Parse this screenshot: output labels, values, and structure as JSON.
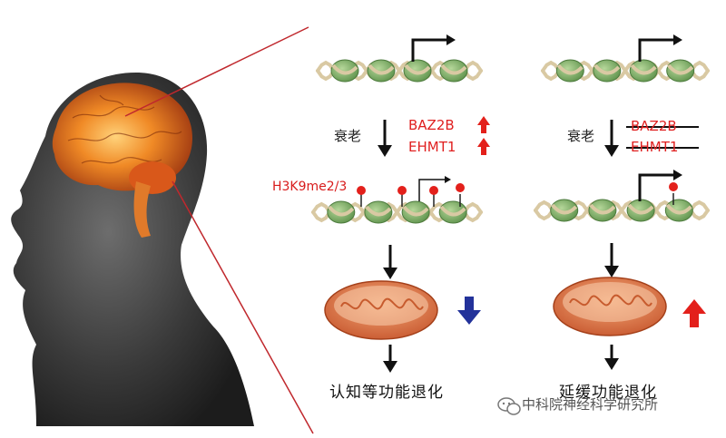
{
  "left_column": {
    "aging_label": "衰老",
    "genes": [
      {
        "name": "BAZ2B",
        "change": "up"
      },
      {
        "name": "EHMT1",
        "change": "up"
      }
    ],
    "histone_mark": "H3K9me2/3",
    "mitochondria_change": "down",
    "outcome": "认知等功能退化"
  },
  "right_column": {
    "aging_label": "衰老",
    "genes": [
      {
        "name": "BAZ2B",
        "change": "knocked-out"
      },
      {
        "name": "EHMT1",
        "change": "knocked-out"
      }
    ],
    "mitochondria_change": "up",
    "outcome": "延缓功能退化"
  },
  "watermark": {
    "icon": "wechat-icon",
    "text": "中科院神经科学研究所"
  },
  "colors": {
    "up_arrow": "#e3201b",
    "down_arrow": "#23329a",
    "gene_text": "#e02020",
    "nucleosome": "#7fb069",
    "dna": "#d9c9a3",
    "mitochondrion": "#e07545",
    "brain": "#e0661c",
    "zoom_line": "#c0282d"
  }
}
